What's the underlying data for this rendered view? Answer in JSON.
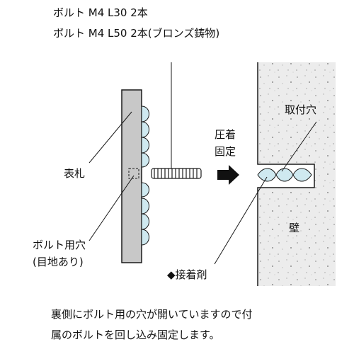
{
  "spec": {
    "line1": "ボルト M4 L30 2本",
    "line2": "ボルト M4 L50 2本(ブロンズ鋳物)"
  },
  "labels": {
    "hyousatsu": "表札",
    "bolt_hole_1": "ボルト用穴",
    "bolt_hole_2": "(目地あり)",
    "press_fix_1": "圧着",
    "press_fix_2": "固定",
    "mount_hole": "取付穴",
    "wall": "壁",
    "adhesive": "◆接着剤"
  },
  "caption": {
    "line1": "裏側にボルト用の穴が開いていますので付",
    "line2": "属のボルトを回し込み固定します。"
  },
  "colors": {
    "plate": "#c8c8c8",
    "adhesive": "#cfe9f0",
    "wall": "#ececec",
    "stroke": "#1a1a1a"
  }
}
